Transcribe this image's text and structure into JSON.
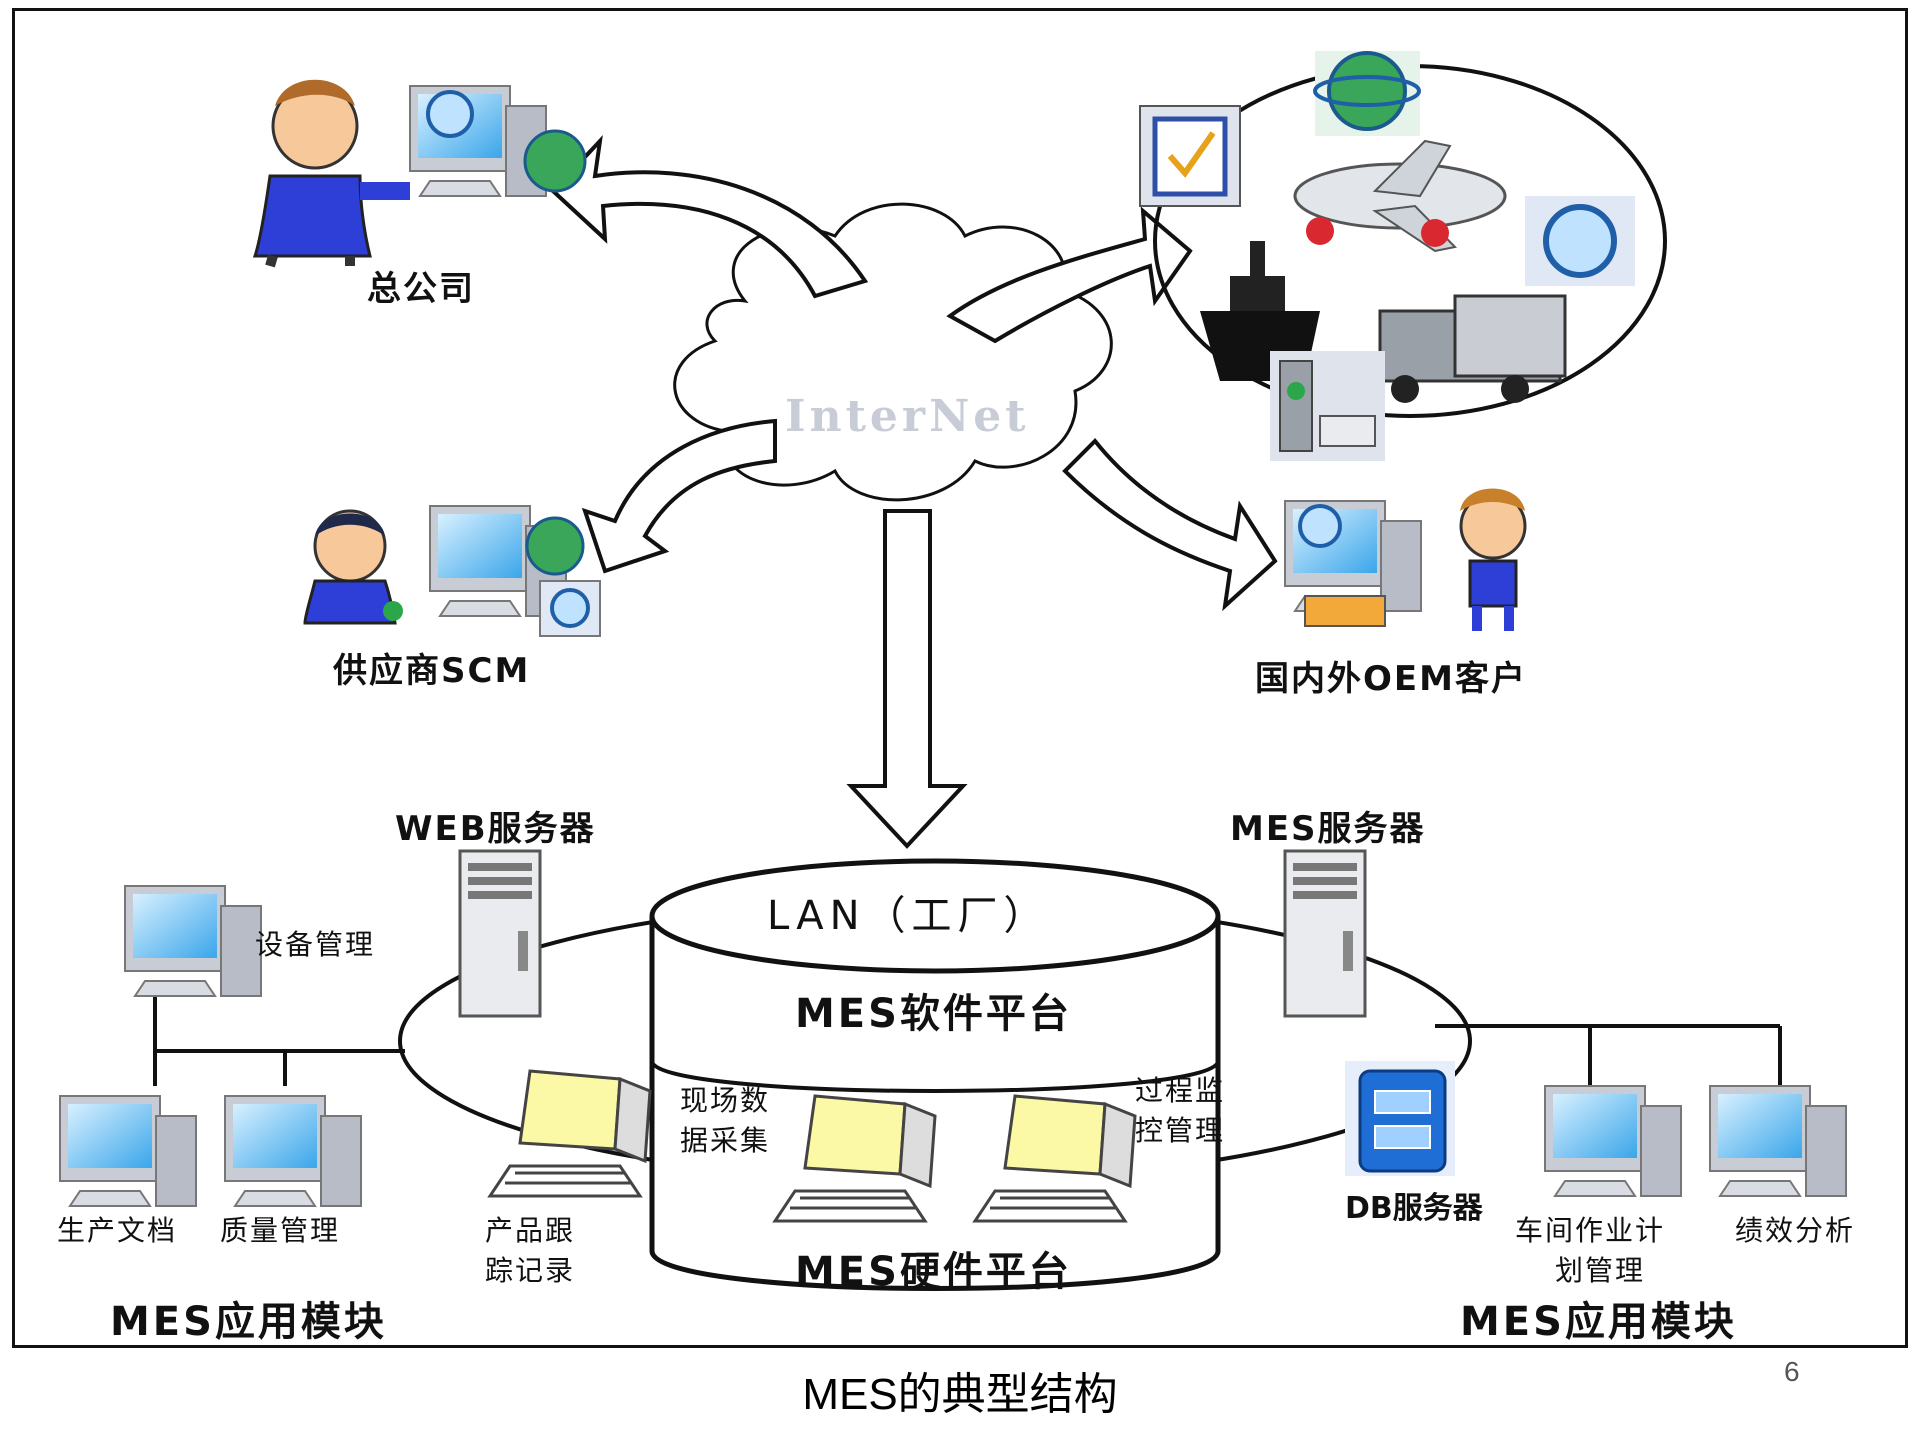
{
  "labels": {
    "head_office": "总公司",
    "supplier": "供应商SCM",
    "oem_customer": "国内外OEM客户",
    "internet": "InterNet",
    "web_server": "WEB服务器",
    "mes_server": "MES服务器",
    "lan": "LAN（工厂）",
    "software_platform": "MES软件平台",
    "hardware_platform": "MES硬件平台",
    "equipment_mgmt": "设备管理",
    "production_docs": "生产文档",
    "quality_mgmt": "质量管理",
    "product_record_l1": "产品跟",
    "product_record_l2": "踪记录",
    "field_data_l1": "现场数",
    "field_data_l2": "据采集",
    "process_l1": "过程监",
    "process_l2": "控管理",
    "db_server": "DB服务器",
    "workshop_l1": "车间作业计",
    "workshop_l2": "划管理",
    "performance": "绩效分析",
    "app_module_left": "MES应用模块",
    "app_module_right": "MES应用模块"
  },
  "caption": "MES的典型结构",
  "page_number": "6",
  "colors": {
    "line": "#111111",
    "screen": "#6fc3f2",
    "yellow_screen": "#fbf8a6",
    "shirt": "#2d3fd6",
    "face": "#f7c99a"
  }
}
